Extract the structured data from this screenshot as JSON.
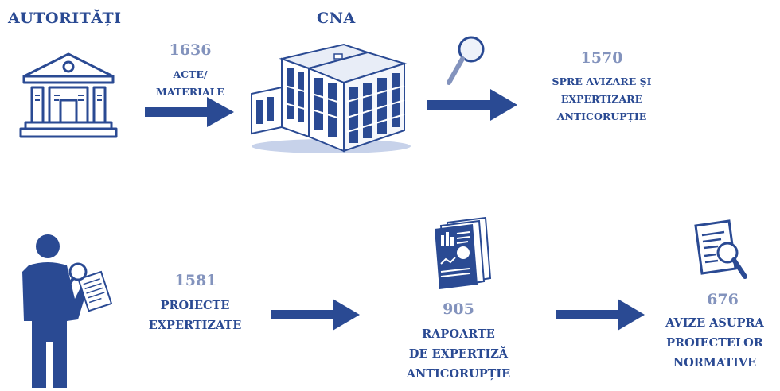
{
  "colors": {
    "primary": "#2a4a93",
    "number": "#8393bd",
    "light": "#c7d2ea"
  },
  "header": {
    "authorities_title": "AUTORITĂȚI",
    "cna_title": "CNA"
  },
  "flow": {
    "acts_count": "1636",
    "acts_label": [
      "ACTE/",
      "MATERIALE"
    ],
    "review_count": "1570",
    "review_label": [
      "SPRE AVIZARE ȘI",
      "EXPERTIZARE",
      "ANTICORUPȚIE"
    ],
    "projects_count": "1581",
    "projects_label": [
      "PROIECTE",
      "EXPERTIZATE"
    ],
    "reports_count": "905",
    "reports_label": [
      "RAPOARTE",
      "DE EXPERTIZĂ",
      "ANTICORUPȚIE"
    ],
    "opinions_count": "676",
    "opinions_label": [
      "AVIZE ASUPRA",
      "PROIECTELOR",
      "NORMATIVE"
    ]
  },
  "icons": [
    "government-building-icon",
    "office-building-icon",
    "magnifier-icon",
    "inspector-person-icon",
    "report-document-icon",
    "analysis-document-icon",
    "arrow-right-icon"
  ]
}
